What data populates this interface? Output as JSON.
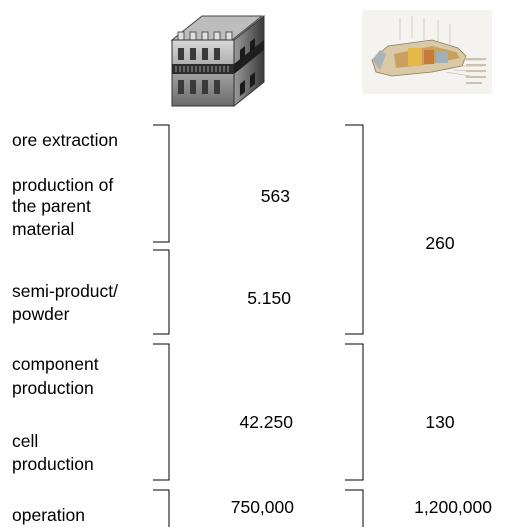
{
  "images": {
    "stack_icon": "fuel-cell-stack-icon",
    "turbine_icon": "gas-turbine-cutaway-icon"
  },
  "stages": {
    "ore_extraction": "ore extraction",
    "parent_material_1": "production of",
    "parent_material_2": "the parent",
    "parent_material_3": "material",
    "semi_product_1": "semi-product/",
    "semi_product_2": "powder",
    "component_1": "component",
    "component_2": "production",
    "cell_1": "cell",
    "cell_2": "production",
    "operation": "operation"
  },
  "fuel_cell_values": {
    "parent_material": "563",
    "semi_product": "5.150",
    "component_cell": "42.250",
    "operation": "750,000"
  },
  "turbine_values": {
    "material": "260",
    "component": "130",
    "operation": "1,200,000"
  }
}
